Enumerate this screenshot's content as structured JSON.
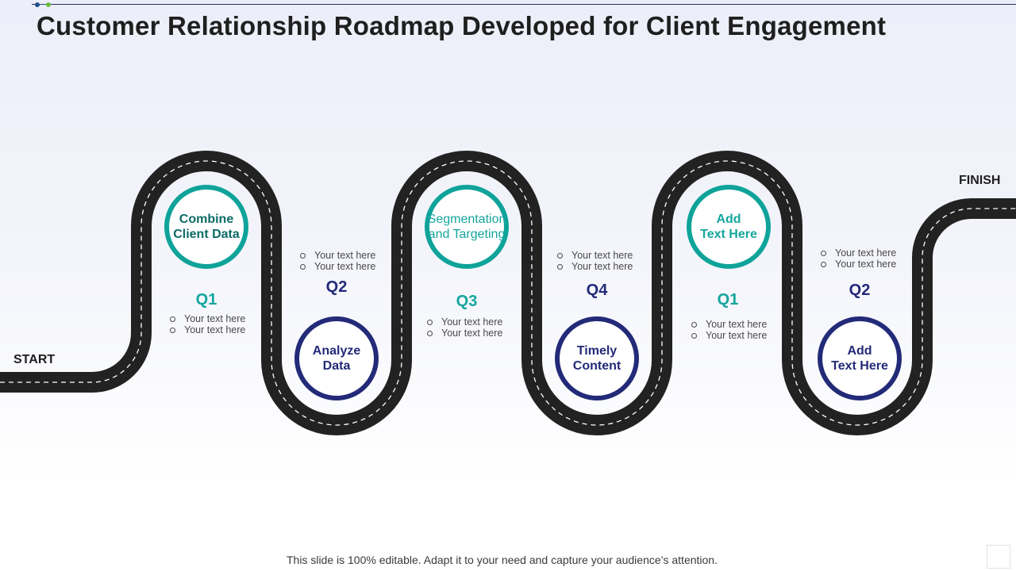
{
  "title": "Customer Relationship Roadmap Developed for Client Engagement",
  "start_label": "START",
  "finish_label": "FINISH",
  "milestones": [
    {
      "quarter": "Q1",
      "label_line1": "Combine",
      "label_line2": "Client Data",
      "bullets": [
        "Your text here",
        "Your text here"
      ],
      "color": "#0fa39a"
    },
    {
      "quarter": "Q2",
      "label_line1": "Analyze",
      "label_line2": "Data",
      "bullets": [
        "Your text here",
        "Your text here"
      ],
      "color": "#232a78"
    },
    {
      "quarter": "Q3",
      "label_line1": "Segmentation",
      "label_line2": "and Targeting",
      "bullets": [
        "Your text here",
        "Your text here"
      ],
      "color": "#0fa39a"
    },
    {
      "quarter": "Q4",
      "label_line1": "Timely",
      "label_line2": "Content",
      "bullets": [
        "Your text here",
        "Your text here"
      ],
      "color": "#232a78"
    },
    {
      "quarter": "Q1",
      "label_line1": "Add",
      "label_line2": "Text Here",
      "bullets": [
        "Your text here",
        "Your text here"
      ],
      "color": "#0fa39a"
    },
    {
      "quarter": "Q2",
      "label_line1": "Add",
      "label_line2": "Text Here",
      "bullets": [
        "Your text here",
        "Your text here"
      ],
      "color": "#232a78"
    }
  ],
  "footer": "This slide is 100% editable. Adapt it to your need and capture your audience’s attention.",
  "colors": {
    "teal": "#0fa39a",
    "navy": "#232a78",
    "road": "#222222"
  }
}
